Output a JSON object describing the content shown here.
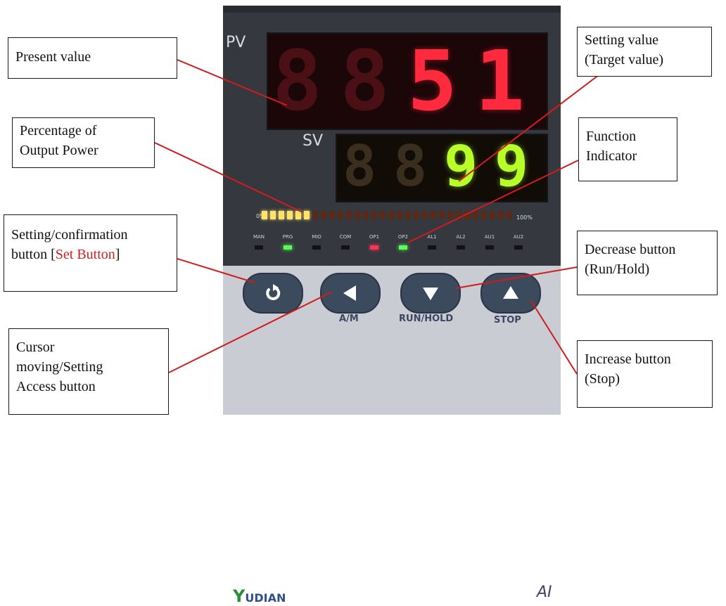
{
  "device": {
    "pv_label": "PV",
    "sv_label": "SV",
    "pv_display": [
      "8",
      "8",
      "5",
      "1"
    ],
    "sv_display": [
      "8",
      "8",
      "9",
      "9"
    ],
    "bargraph": {
      "min_label": "0%",
      "max_label": "100%",
      "lit_fraction": 0.2
    },
    "indicators": [
      {
        "label": "MAN",
        "state": "off"
      },
      {
        "label": "PRG",
        "state": "green"
      },
      {
        "label": "MIO",
        "state": "off"
      },
      {
        "label": "COM",
        "state": "off"
      },
      {
        "label": "OP1",
        "state": "red"
      },
      {
        "label": "OP2",
        "state": "green"
      },
      {
        "label": "AL1",
        "state": "off"
      },
      {
        "label": "AL2",
        "state": "off"
      },
      {
        "label": "AU1",
        "state": "off"
      },
      {
        "label": "AU2",
        "state": "off"
      }
    ],
    "buttons": {
      "set_icon": "rotate-icon",
      "am_caption": "A/M",
      "run_hold_caption": "RUN/HOLD",
      "stop_caption": "STOP"
    },
    "brand": {
      "initial": "Y",
      "rest": "UDIAN"
    },
    "model_fragment": "AI"
  },
  "callouts": {
    "present_value": "Present value",
    "setting_value_line1": "Setting value",
    "setting_value_line2": "(Target value)",
    "percentage_line1": "Percentage of",
    "percentage_line2": "Output Power",
    "function_line1": "Function",
    "function_line2": "Indicator",
    "set_button_line1": "Setting/confirmation",
    "set_button_line2_prefix": "button [",
    "set_button_line2_red": "Set Button",
    "set_button_line2_suffix": "]",
    "decrease_line1": "Decrease button",
    "decrease_line2": "(Run/Hold)",
    "cursor_line1": "Cursor",
    "cursor_line2": "moving/Setting",
    "cursor_line3": "Access button",
    "increase_line1": "Increase button",
    "increase_line2": "(Stop)"
  },
  "colors": {
    "pv_digit": "#ff2a3d",
    "sv_digit": "#b8ff2a",
    "leader_line": "#d01c1c",
    "bargraph_lit": "#ffe36a",
    "led_green": "#55ff55",
    "led_red": "#ff3355"
  }
}
